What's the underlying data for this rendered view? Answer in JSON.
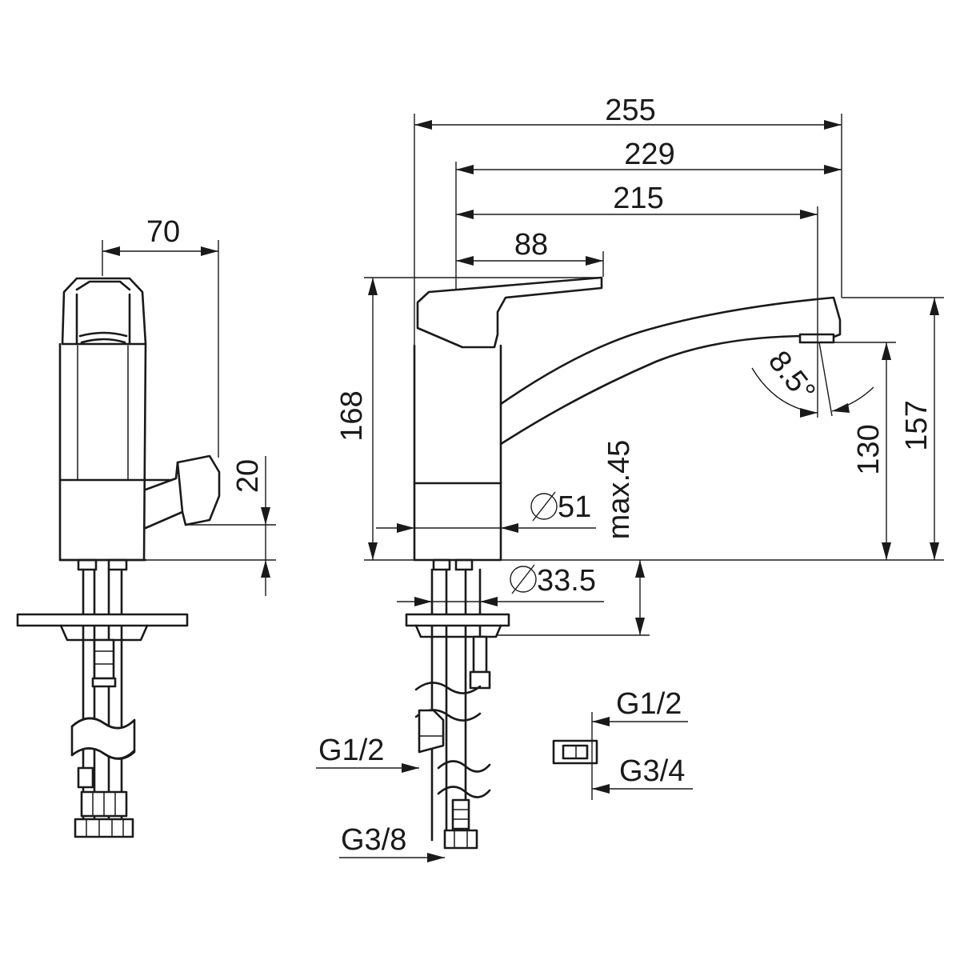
{
  "drawing": {
    "line_color": "#1a1a1a",
    "background": "#ffffff"
  },
  "labels": {
    "width_70": "70",
    "width_255": "255",
    "width_229": "229",
    "width_215": "215",
    "width_88": "88",
    "height_20": "20",
    "height_168": "168",
    "height_130": "130",
    "height_157": "157",
    "max_45": "max.45",
    "dia_51": "51",
    "dia_33_5": "33.5",
    "angle": "8.5°",
    "g12_left": "G1/2",
    "g38": "G3/8",
    "g12_right": "G1/2",
    "g34": "G3/4"
  }
}
